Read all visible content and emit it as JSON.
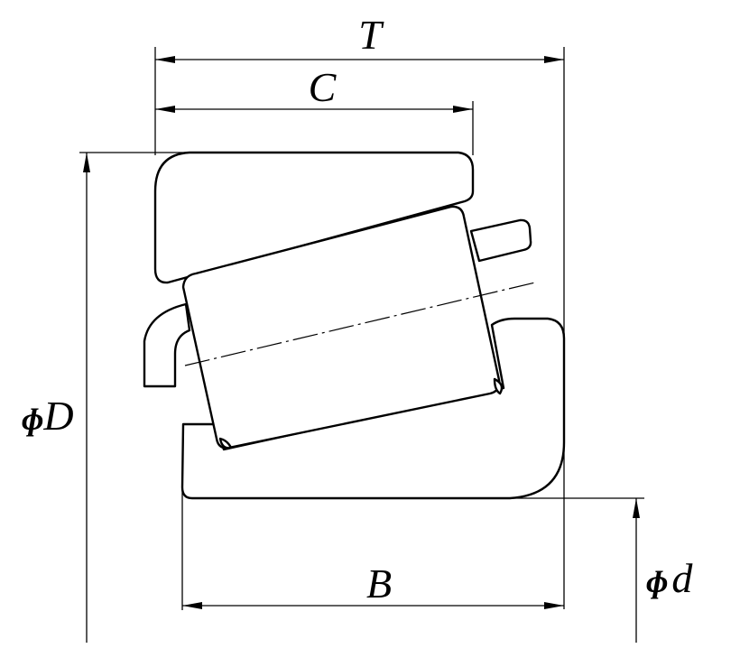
{
  "labels": {
    "T": "T",
    "C": "C",
    "B": "B",
    "phi": "ɸ",
    "D": "D",
    "d": "d"
  }
}
